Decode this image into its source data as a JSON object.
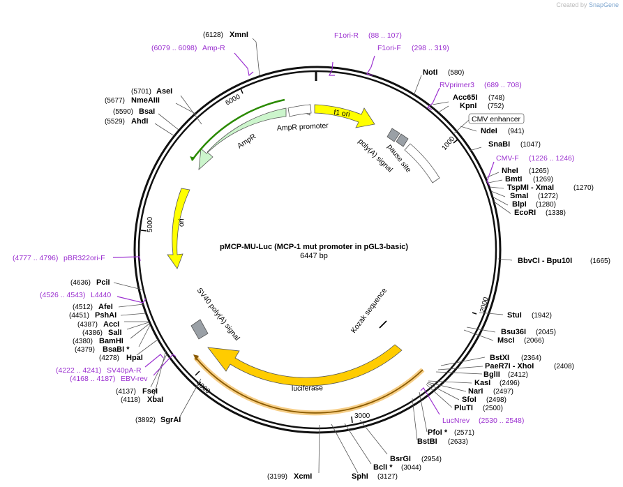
{
  "credit": {
    "prefix": "Created by",
    "brand": "SnapGene"
  },
  "plasmid": {
    "name": "pMCP-MU-Luc (MCP-1 mut promoter in pGL3-basic)",
    "size_label": "6447 bp",
    "length": 6447
  },
  "ticks": [
    {
      "pos": 1000,
      "label": "1000"
    },
    {
      "pos": 2000,
      "label": "2000"
    },
    {
      "pos": 3000,
      "label": "3000"
    },
    {
      "pos": 4000,
      "label": "4000"
    },
    {
      "pos": 5000,
      "label": "5000"
    },
    {
      "pos": 6000,
      "label": "6000"
    }
  ],
  "features": [
    {
      "name": "f1 ori",
      "label": "f1 ori",
      "color": "#ffff00"
    },
    {
      "name": "AmpR promoter",
      "label": "AmpR promoter",
      "color": "#ffffff"
    },
    {
      "name": "AmpR",
      "label": "AmpR",
      "color": "#ccf5cc"
    },
    {
      "name": "ori",
      "label": "ori",
      "color": "#ffff00"
    },
    {
      "name": "pause site",
      "label": "pause site",
      "color": "#ffffff"
    },
    {
      "name": "poly(A) signal",
      "label": "poly(A) signal",
      "color": "#9aa0a6"
    },
    {
      "name": "luciferase",
      "label": "luciferase",
      "color": "#ffcc00"
    },
    {
      "name": "SV40 poly(A) signal",
      "label": "SV40 poly(A) signal",
      "color": "#9aa0a6"
    },
    {
      "name": "Kozak sequence",
      "label": "Kozak sequence",
      "color": "#000000"
    },
    {
      "name": "CMV enhancer",
      "label": "CMV enhancer",
      "color": "#ffffff"
    }
  ],
  "enzymes": [
    {
      "name": "XmnI",
      "pos": "(6128)"
    },
    {
      "name": "AseI",
      "pos": "(5701)"
    },
    {
      "name": "NmeAIII",
      "pos": "(5677)"
    },
    {
      "name": "BsaI",
      "pos": "(5590)"
    },
    {
      "name": "AhdI",
      "pos": "(5529)"
    },
    {
      "name": "NotI",
      "pos": "(580)"
    },
    {
      "name": "Acc65I",
      "pos": "(748)"
    },
    {
      "name": "KpnI",
      "pos": "(752)"
    },
    {
      "name": "NdeI",
      "pos": "(941)"
    },
    {
      "name": "SnaBI",
      "pos": "(1047)"
    },
    {
      "name": "NheI",
      "pos": "(1265)"
    },
    {
      "name": "BmtI",
      "pos": "(1269)"
    },
    {
      "name": "TspMI - XmaI",
      "pos": "(1270)"
    },
    {
      "name": "SmaI",
      "pos": "(1272)"
    },
    {
      "name": "BlpI",
      "pos": "(1280)"
    },
    {
      "name": "EcoRI",
      "pos": "(1338)"
    },
    {
      "name": "BbvCI - Bpu10I",
      "pos": "(1665)"
    },
    {
      "name": "StuI",
      "pos": "(1942)"
    },
    {
      "name": "Bsu36I",
      "pos": "(2045)"
    },
    {
      "name": "MscI",
      "pos": "(2066)"
    },
    {
      "name": "BstXI",
      "pos": "(2364)"
    },
    {
      "name": "PaeR7I - XhoI",
      "pos": "(2408)"
    },
    {
      "name": "BglII",
      "pos": "(2412)"
    },
    {
      "name": "KasI",
      "pos": "(2496)"
    },
    {
      "name": "NarI",
      "pos": "(2497)"
    },
    {
      "name": "SfoI",
      "pos": "(2498)"
    },
    {
      "name": "PluTI",
      "pos": "(2500)"
    },
    {
      "name": "PfoI *",
      "pos": "(2571)"
    },
    {
      "name": "BstBI",
      "pos": "(2633)"
    },
    {
      "name": "BsrGI",
      "pos": "(2954)"
    },
    {
      "name": "BclI *",
      "pos": "(3044)"
    },
    {
      "name": "SphI",
      "pos": "(3127)"
    },
    {
      "name": "XcmI",
      "pos": "(3199)"
    },
    {
      "name": "SgrAI",
      "pos": "(3892)"
    },
    {
      "name": "FseI",
      "pos": "(4137)"
    },
    {
      "name": "XbaI",
      "pos": "(4118)"
    },
    {
      "name": "HpaI",
      "pos": "(4278)"
    },
    {
      "name": "BsaBI *",
      "pos": "(4379)"
    },
    {
      "name": "BamHI",
      "pos": "(4380)"
    },
    {
      "name": "SalI",
      "pos": "(4386)"
    },
    {
      "name": "AccI",
      "pos": "(4387)"
    },
    {
      "name": "PshAI",
      "pos": "(4451)"
    },
    {
      "name": "AfeI",
      "pos": "(4512)"
    },
    {
      "name": "PciI",
      "pos": "(4636)"
    }
  ],
  "primers": [
    {
      "name": "F1ori-R",
      "range": "(88 .. 107)"
    },
    {
      "name": "F1ori-F",
      "range": "(298 .. 319)"
    },
    {
      "name": "Amp-R",
      "range": "(6079 .. 6098)"
    },
    {
      "name": "RVprimer3",
      "range": "(689 .. 708)"
    },
    {
      "name": "CMV-F",
      "range": "(1226 .. 1246)"
    },
    {
      "name": "pBR322ori-F",
      "range": "(4777 .. 4796)"
    },
    {
      "name": "L4440",
      "range": "(4526 .. 4543)"
    },
    {
      "name": "SV40pA-R",
      "range": "(4222 .. 4241)"
    },
    {
      "name": "EBV-rev",
      "range": "(4168 .. 4187)"
    },
    {
      "name": "LucNrev",
      "range": "(2530 .. 2548)"
    }
  ]
}
